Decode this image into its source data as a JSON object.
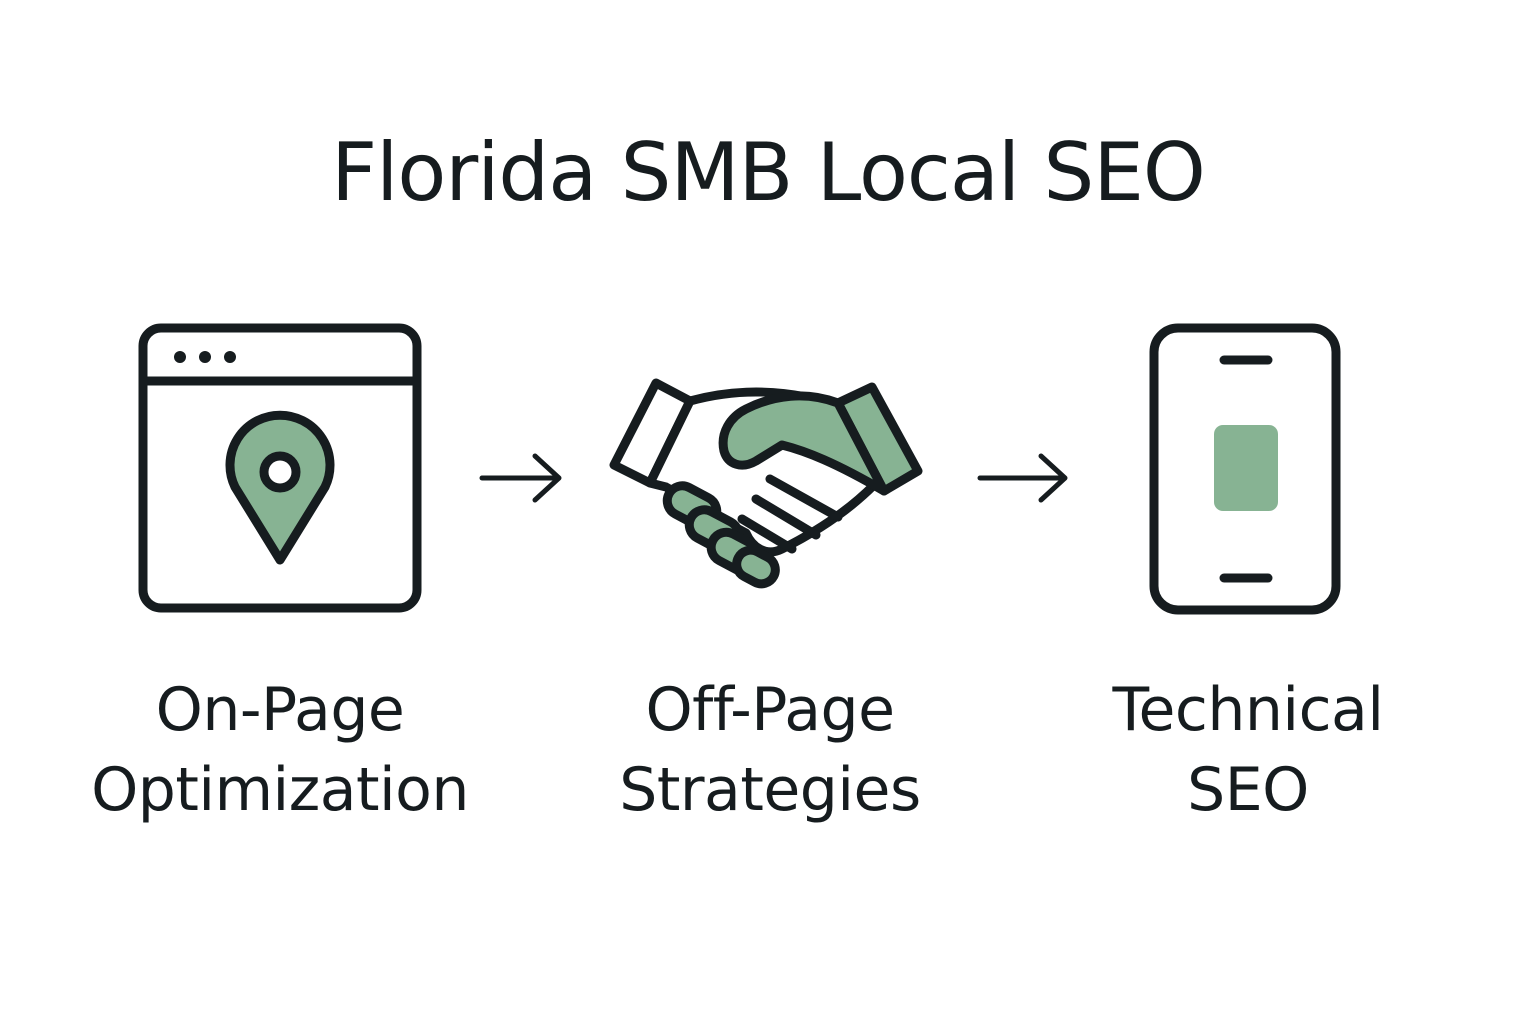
{
  "title": "Florida SMB Local SEO",
  "colors": {
    "ink": "#161c1f",
    "accent_green": "#87b393",
    "background": "#ffffff"
  },
  "steps": [
    {
      "icon": "browser-location-pin-icon",
      "label_line1": "On-Page",
      "label_line2": "Optimization"
    },
    {
      "icon": "handshake-icon",
      "label_line1": "Off-Page",
      "label_line2": "Strategies"
    },
    {
      "icon": "smartphone-icon",
      "label_line1": "Technical",
      "label_line2": "SEO"
    }
  ],
  "connectors": [
    "arrow-right-icon",
    "arrow-right-icon"
  ]
}
